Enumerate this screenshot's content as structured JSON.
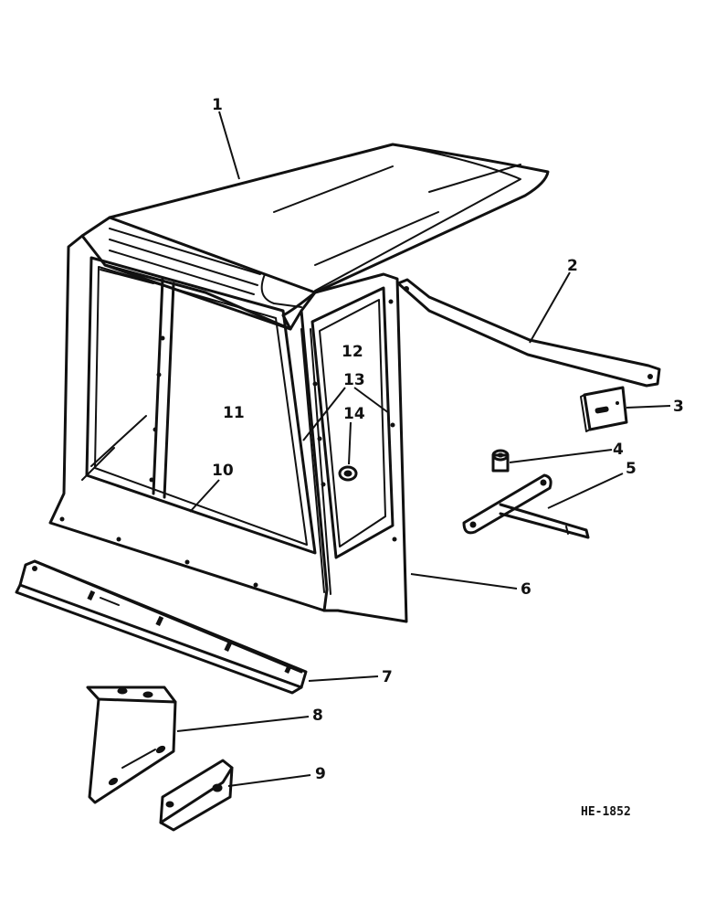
{
  "callouts": {
    "c1": "1",
    "c2": "2",
    "c3": "3",
    "c4": "4",
    "c5": "5",
    "c6": "6",
    "c7": "7",
    "c8": "8",
    "c9": "9",
    "c10": "10",
    "c11": "11",
    "c12": "12",
    "c13": "13",
    "c14": "14"
  },
  "drawing_code": "HE-1852"
}
